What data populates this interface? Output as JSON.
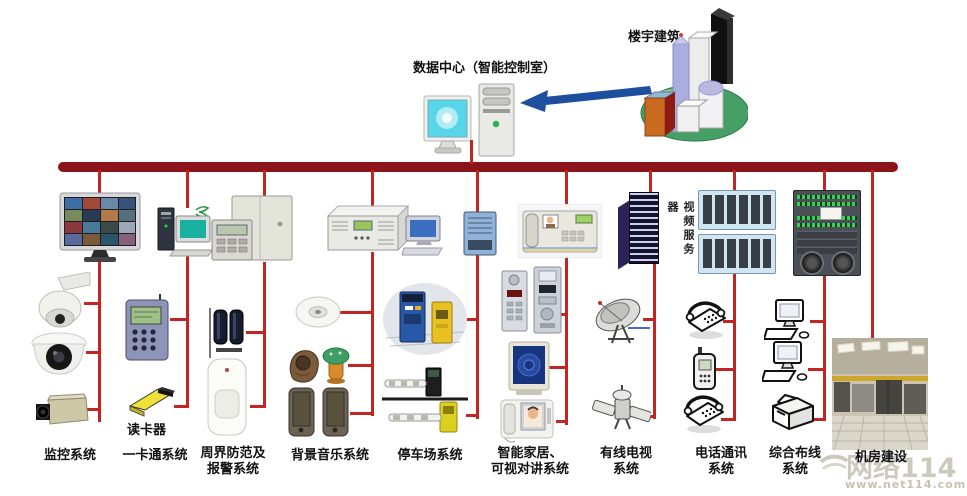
{
  "header": {
    "data_center_label": "数据中心（智能控制室）",
    "building_label": "楼宇建筑"
  },
  "annotations": {
    "card_reader": "读卡器",
    "video_server": "视频服务器"
  },
  "systems": [
    {
      "name": "cctv-monitoring",
      "label_lines": [
        "监控系统"
      ]
    },
    {
      "name": "one-card",
      "label_lines": [
        "一卡通系统"
      ]
    },
    {
      "name": "perimeter-alarm",
      "label_lines": [
        "周界防范及",
        "报警系统"
      ]
    },
    {
      "name": "background-music",
      "label_lines": [
        "背景音乐系统"
      ]
    },
    {
      "name": "parking",
      "label_lines": [
        "停车场系统"
      ]
    },
    {
      "name": "smart-home-intercom",
      "label_lines": [
        "智能家居、",
        "可视对讲系统"
      ]
    },
    {
      "name": "cable-tv",
      "label_lines": [
        "有线电视",
        "系统"
      ]
    },
    {
      "name": "telephone-comm",
      "label_lines": [
        "电话通讯",
        "系统"
      ]
    },
    {
      "name": "structured-cabling",
      "label_lines": [
        "综合布线",
        "系统"
      ]
    },
    {
      "name": "machine-room",
      "label_lines": [
        "机房建设"
      ]
    }
  ],
  "watermark": {
    "brand": "网络114",
    "url": "www.net114.com"
  },
  "colors": {
    "bus": "#8a1417",
    "connector": "#c52522",
    "arrow": "#1e4f9e"
  }
}
